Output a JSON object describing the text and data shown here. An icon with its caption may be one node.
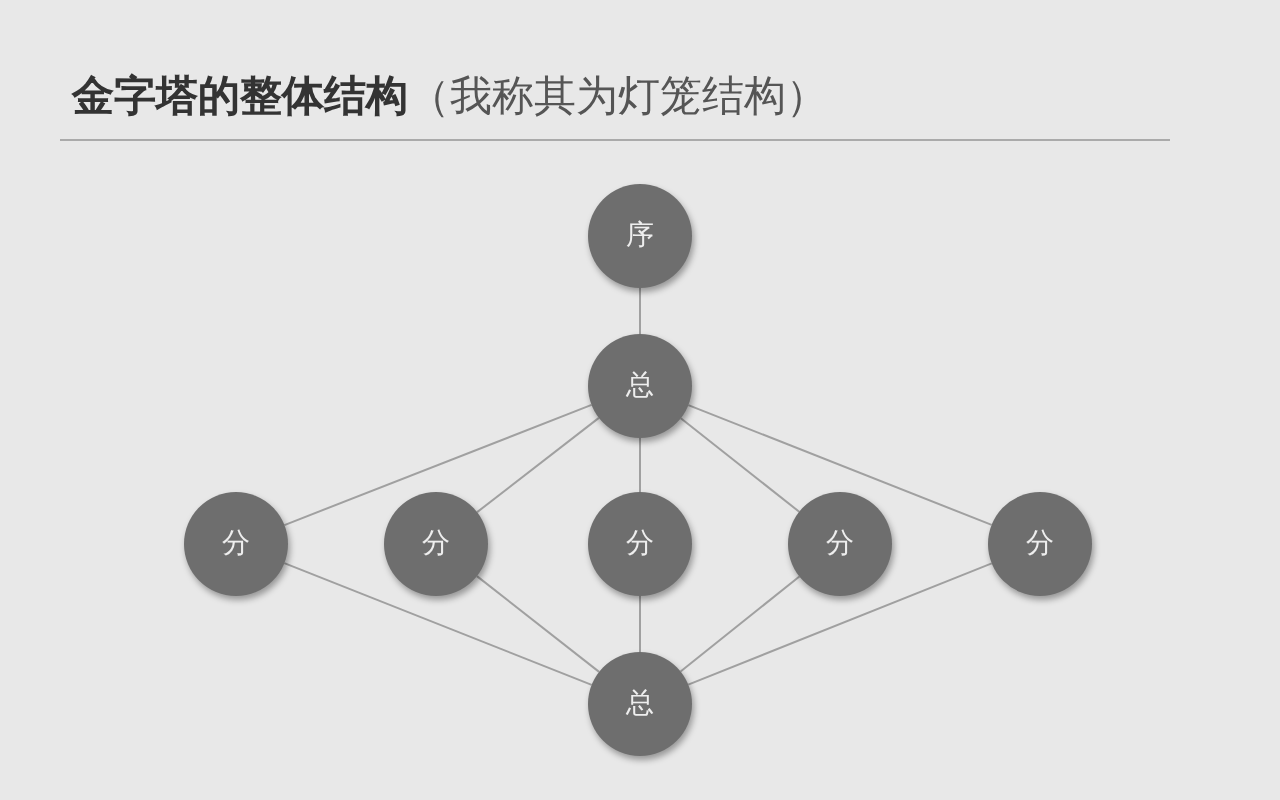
{
  "diagram": {
    "title": "**金字塔的整体结构**（我称其为灯笼结构）",
    "nodes": [
      {
        "text": [
          "序"
        ]
      },
      {
        "text": [
          "总"
        ]
      },
      {
        "text": [
          "分"
        ]
      },
      {
        "text": [
          "分"
        ]
      },
      {
        "text": [
          "分"
        ]
      },
      {
        "text": [
          "分"
        ]
      },
      {
        "text": [
          "分"
        ]
      },
      {
        "text": [
          "总"
        ]
      }
    ],
    "edges": [
      {
        "from": 0,
        "to": 1,
        "arrow": "none"
      },
      {
        "from": 1,
        "to": 2,
        "arrow": "none"
      },
      {
        "from": 1,
        "to": 3,
        "arrow": "none"
      },
      {
        "from": 1,
        "to": 4,
        "arrow": "none"
      },
      {
        "from": 1,
        "to": 5,
        "arrow": "none"
      },
      {
        "from": 1,
        "to": 6,
        "arrow": "none"
      },
      {
        "from": 2,
        "to": 7,
        "arrow": "none"
      },
      {
        "from": 3,
        "to": 7,
        "arrow": "none"
      },
      {
        "from": 4,
        "to": 7,
        "arrow": "none"
      },
      {
        "from": 5,
        "to": 7,
        "arrow": "none"
      },
      {
        "from": 6,
        "to": 7,
        "arrow": "none"
      }
    ]
  }
}
